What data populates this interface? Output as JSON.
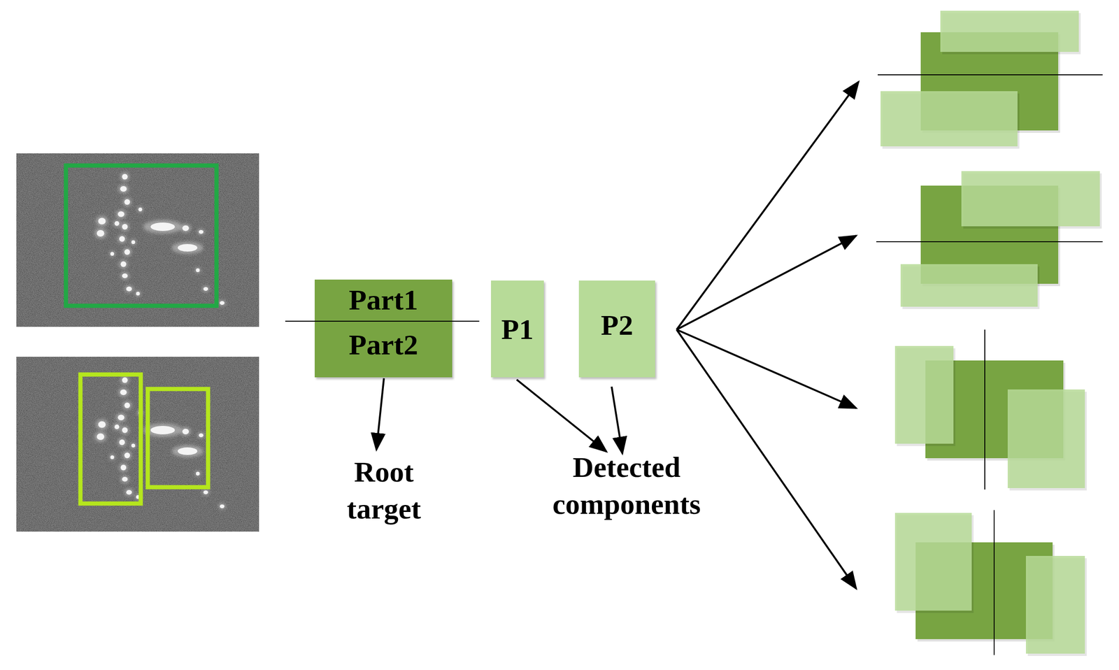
{
  "diagram": {
    "nodes": [
      {
        "text": [
          "Part1",
          "Part2"
        ]
      },
      {
        "text": [
          "P1"
        ]
      },
      {
        "text": [
          "P2"
        ]
      }
    ],
    "labels": [
      "Root target",
      "Detected components"
    ]
  }
}
